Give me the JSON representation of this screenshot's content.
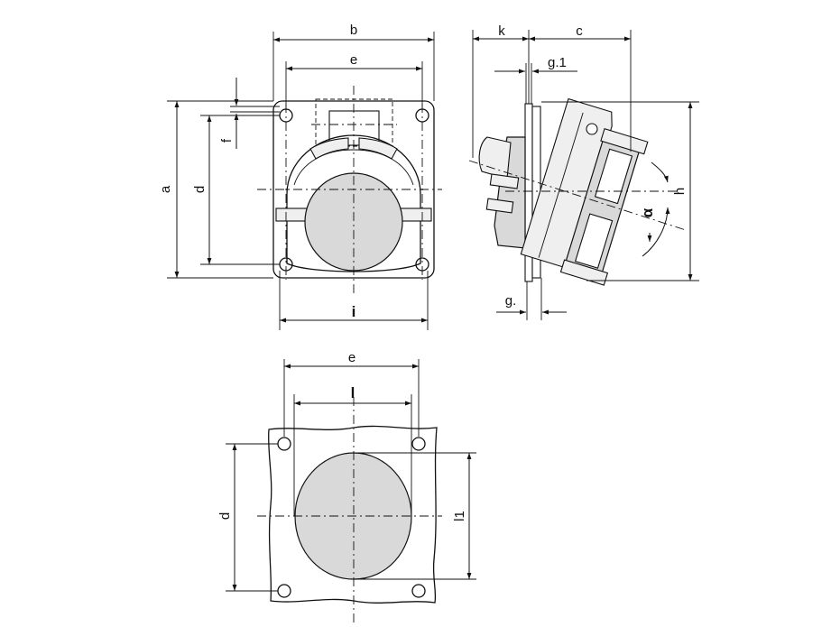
{
  "drawing": {
    "labels": {
      "b": "b",
      "e_top": "e",
      "a": "a",
      "d_top": "d",
      "f": "f",
      "i": "i",
      "k": "k",
      "c": "c",
      "g1": "g.1",
      "h": "h",
      "alpha": "α",
      "g": "g.",
      "e_bottom": "e",
      "l": "l",
      "d_bottom": "d",
      "l1": "l1"
    },
    "colors": {
      "line": "#111111",
      "fill": "#d9d9d9",
      "background": "#ffffff"
    }
  }
}
